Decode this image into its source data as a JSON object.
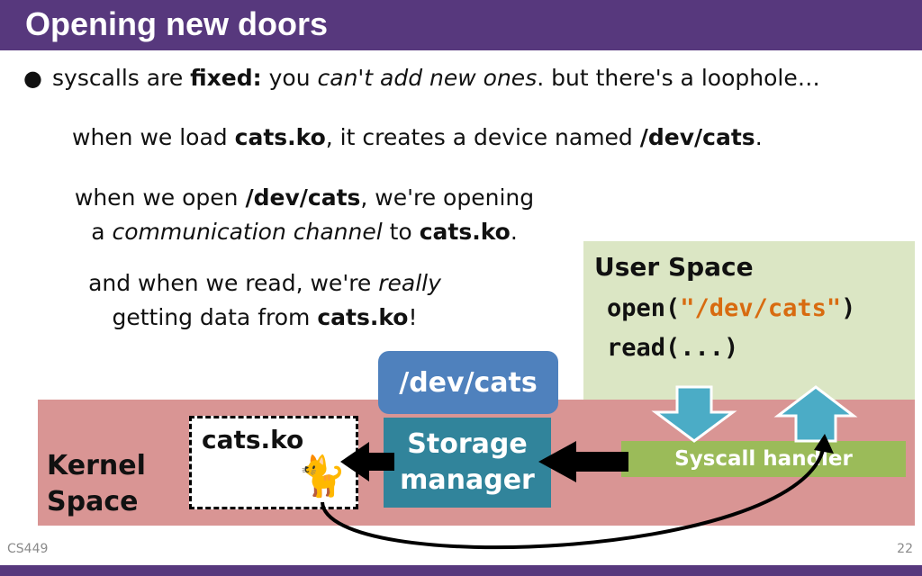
{
  "title": "Opening new doors",
  "bullet": {
    "part1": "syscalls are ",
    "bold": "fixed:",
    "part2": " you ",
    "italic": "can't add new ones",
    "part3": ". but there's a loophole…"
  },
  "line_load": {
    "a": "when we load ",
    "b": "cats.ko",
    "c": ", it creates a device named ",
    "d": "/dev/cats",
    "e": "."
  },
  "line_open": {
    "a": "when we open ",
    "b": "/dev/cats",
    "c": ", we're opening",
    "d": "a ",
    "e": "communication channel",
    "f": " to ",
    "g": "cats.ko",
    "h": "."
  },
  "line_read": {
    "a": "and when we read, we're ",
    "b": "really",
    "c": "getting data from ",
    "d": "cats.ko",
    "e": "!"
  },
  "diagram": {
    "user_space_label": "User Space",
    "code_open_fn": "open(",
    "code_open_arg": "\"/dev/cats\"",
    "code_open_close": ")",
    "code_read": "read(...)",
    "kernel_label_1": "Kernel",
    "kernel_label_2": "Space",
    "devcats": "/dev/cats",
    "storage_1": "Storage",
    "storage_2": "manager",
    "catsko": "cats.ko",
    "cat_emoji": "🐈",
    "syscall": "Syscall handler",
    "colors": {
      "user_space": "#dbe6c4",
      "kernel_space": "#d99594",
      "devcats": "#4f81bd",
      "storage": "#31849b",
      "syscall": "#9bbb59",
      "updown_arrow": "#4bacc6",
      "accent": "#57387d"
    }
  },
  "footer": {
    "course": "CS449",
    "page": "22"
  }
}
